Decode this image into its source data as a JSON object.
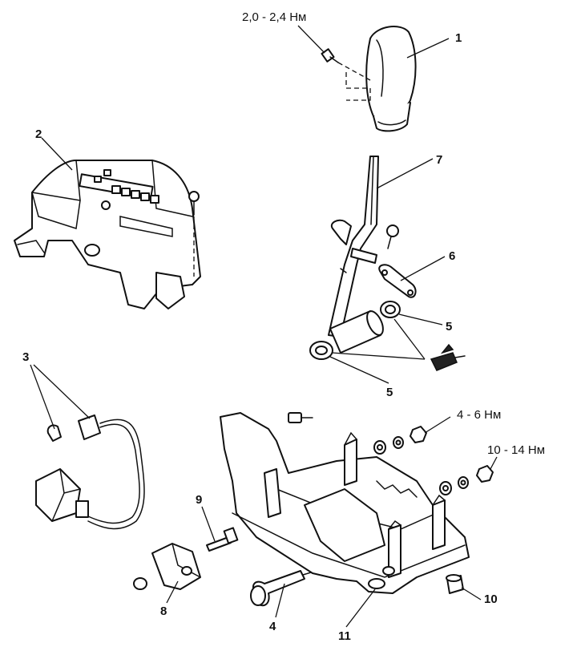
{
  "callouts": {
    "c1": "1",
    "c2": "2",
    "c3": "3",
    "c4": "4",
    "c5a": "5",
    "c5b": "5",
    "c6": "6",
    "c7": "7",
    "c8": "8",
    "c9": "9",
    "c10": "10",
    "c11": "11"
  },
  "torque": {
    "knob_screw": "2,0 - 2,4 Нм",
    "small_nut": "4 - 6 Нм",
    "large_nut": "10 - 14 Нм"
  }
}
